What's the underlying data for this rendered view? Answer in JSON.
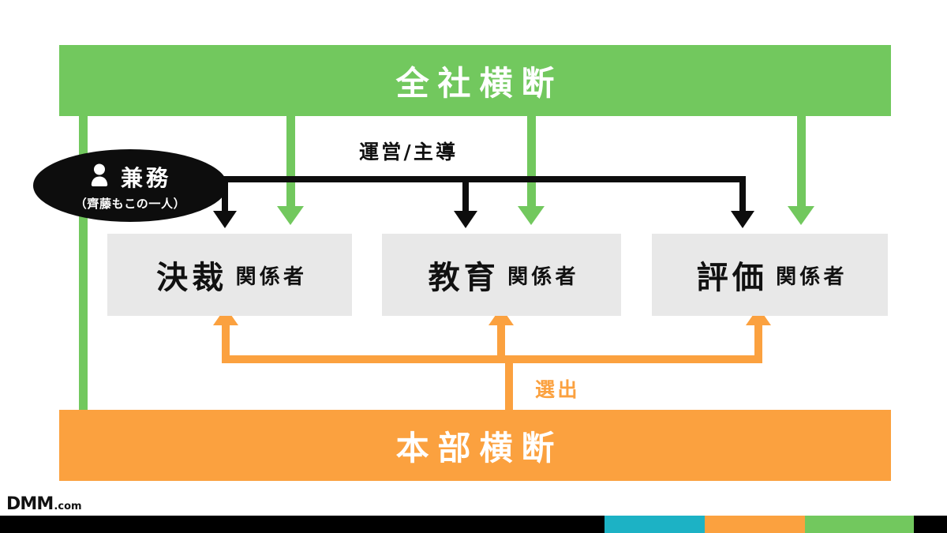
{
  "slide": {
    "background_color": "#ffffff",
    "top_banner": {
      "label": "全社横断",
      "color": "#72c85e"
    },
    "bottom_banner": {
      "label": "本部横断",
      "color": "#fba13f"
    },
    "badge": {
      "icon": "person-icon",
      "title": "兼務",
      "subtitle": "（齊藤もこの一人）",
      "background_color": "#0d0d0d",
      "text_color": "#ffffff"
    },
    "connector_labels": {
      "operate": "運営/主導",
      "select": "選出",
      "select_color": "#fba13f",
      "operate_color": "#111111"
    },
    "role_boxes": [
      {
        "main": "決裁",
        "sub": "関係者",
        "background_color": "#e8e8e8"
      },
      {
        "main": "教育",
        "sub": "関係者",
        "background_color": "#e8e8e8"
      },
      {
        "main": "評価",
        "sub": "関係者",
        "background_color": "#e8e8e8"
      }
    ],
    "footer": {
      "logo_main": "DMM",
      "logo_suffix": ".com",
      "segments": [
        {
          "name": "black-left",
          "color": "#000000"
        },
        {
          "name": "cyan",
          "color": "#1cb2c5"
        },
        {
          "name": "orange",
          "color": "#fba13f"
        },
        {
          "name": "green",
          "color": "#72c85e"
        },
        {
          "name": "black-right",
          "color": "#000000"
        }
      ]
    }
  }
}
